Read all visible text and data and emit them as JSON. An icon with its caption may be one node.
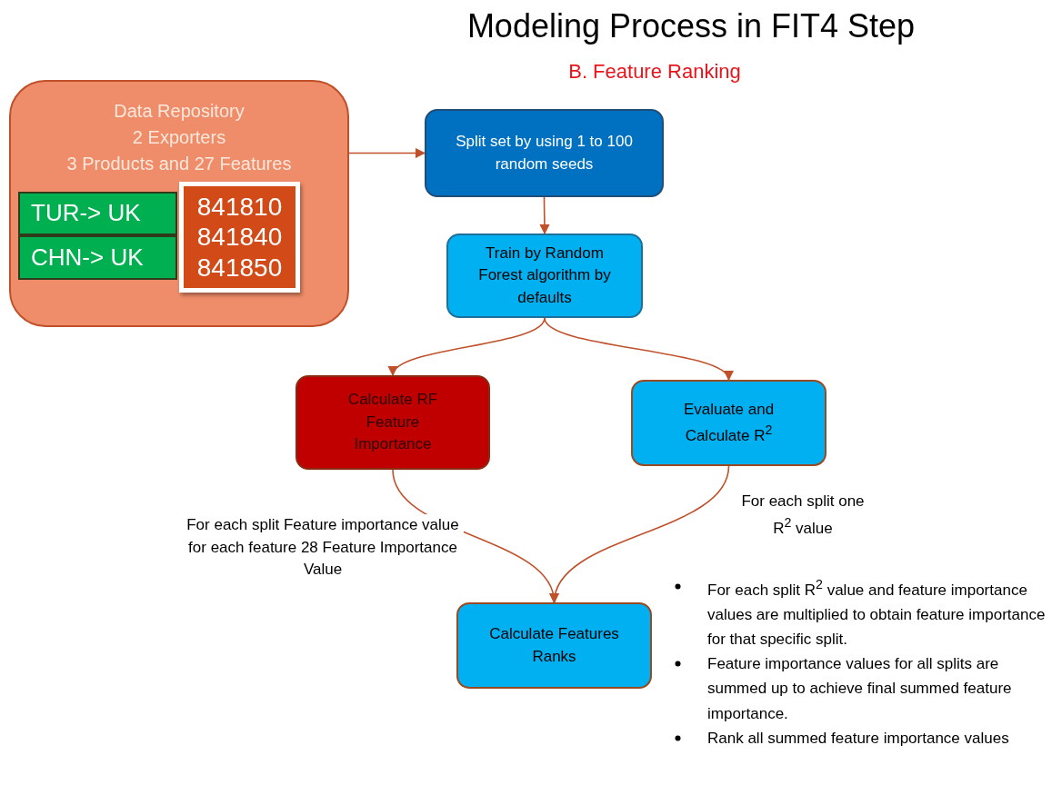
{
  "diagram": {
    "title": "Modeling Process in FIT4 Step",
    "nodes": [
      {
        "text": [
          "Data Repository",
          "2 Exporters",
          "3 Products and 27 Features"
        ]
      },
      {
        "text": [
          "TUR-> UK"
        ],
        "in": 0
      },
      {
        "text": [
          "CHN-> UK"
        ],
        "in": 0
      },
      {
        "text": [
          "841810",
          "841840",
          "841850"
        ],
        "in": 0
      },
      {
        "text": [
          "Split set by using 1 to 100 random seeds"
        ]
      },
      {
        "text": [
          "Train by Random Forest algorithm by defaults"
        ]
      },
      {
        "text": [
          "Calculate RF Feature Importance"
        ]
      },
      {
        "text": [
          "Evaluate and Calculate R$^{2}$"
        ]
      },
      {
        "text": [
          "Calculate Features Ranks"
        ]
      }
    ],
    "edges": [
      {
        "from": 0,
        "to": 4,
        "arrow": "to"
      },
      {
        "from": 4,
        "to": 5,
        "arrow": "to"
      },
      {
        "from": 5,
        "to": 6,
        "arrow": "to"
      },
      {
        "from": 5,
        "to": 7,
        "arrow": "to"
      },
      {
        "from": 6,
        "to": 8,
        "arrow": "to",
        "label": "For each split Feature importance value for each feature 28 Feature Importance Value"
      },
      {
        "from": 7,
        "to": 8,
        "arrow": "to",
        "label": "For each split one R$^{2}$ value"
      }
    ],
    "labels": [
      "B. Feature Ranking",
      "For each split R$^{2}$ value and feature importance values are multiplied to obtain feature importance for that specific split.",
      "Feature importance values for all splits are summed up to achieve final summed  feature importance.",
      "Rank all summed feature importance values"
    ]
  }
}
